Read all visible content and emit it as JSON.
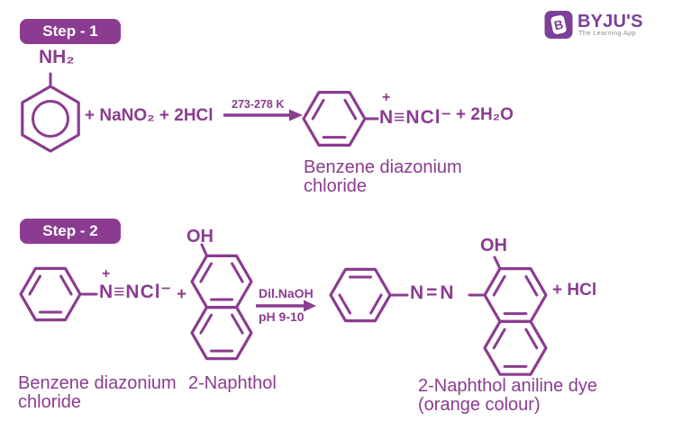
{
  "brand": {
    "name": "BYJU'S",
    "tagline": "The Learning App",
    "icon_letter": "B",
    "purple": "#7d3f98"
  },
  "colors": {
    "diagram_purple": "#8b3c90",
    "badge_text": "#ffffff",
    "tagline_gray": "#8e8e8e",
    "background": "#ffffff"
  },
  "step1": {
    "badge": "Step - 1",
    "amine_group": "NH₂",
    "reagents": "+ NaNO₂ + 2HCl",
    "condition": "273-278 K",
    "charge": "+",
    "diazonium_group": "N≡NCl⁻",
    "byproduct": "+ 2H₂O",
    "product_label": [
      "Benzene diazonium",
      "chloride"
    ]
  },
  "step2": {
    "badge": "Step - 2",
    "charge": "+",
    "diazonium_group": "N≡NCl⁻",
    "plus": "+",
    "hydroxyl_group": "OH",
    "condition_line1": "Dil.NaOH",
    "condition_line2": "pH 9-10",
    "azo_group": "N=N",
    "product_hydroxyl": "OH",
    "byproduct": "+ HCl",
    "reactant1_label": [
      "Benzene diazonium",
      "chloride"
    ],
    "reactant2_label": "2-Naphthol",
    "product_label": [
      "2-Naphthol aniline dye",
      "(orange colour)"
    ]
  }
}
